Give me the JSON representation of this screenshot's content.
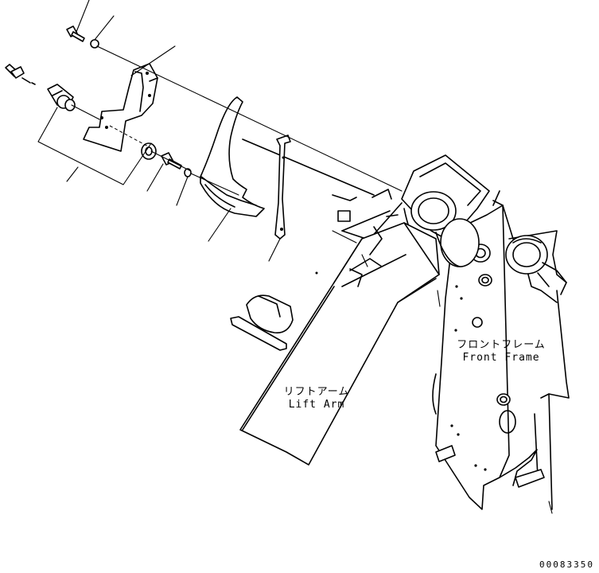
{
  "labels": {
    "front_frame_jp": "フロントフレーム",
    "front_frame_en": "Front Frame",
    "lift_arm_jp": "リフトアーム",
    "lift_arm_en": "Lift Arm"
  },
  "drawing_number": "00083350",
  "colors": {
    "line": "#000000",
    "background": "#ffffff"
  }
}
